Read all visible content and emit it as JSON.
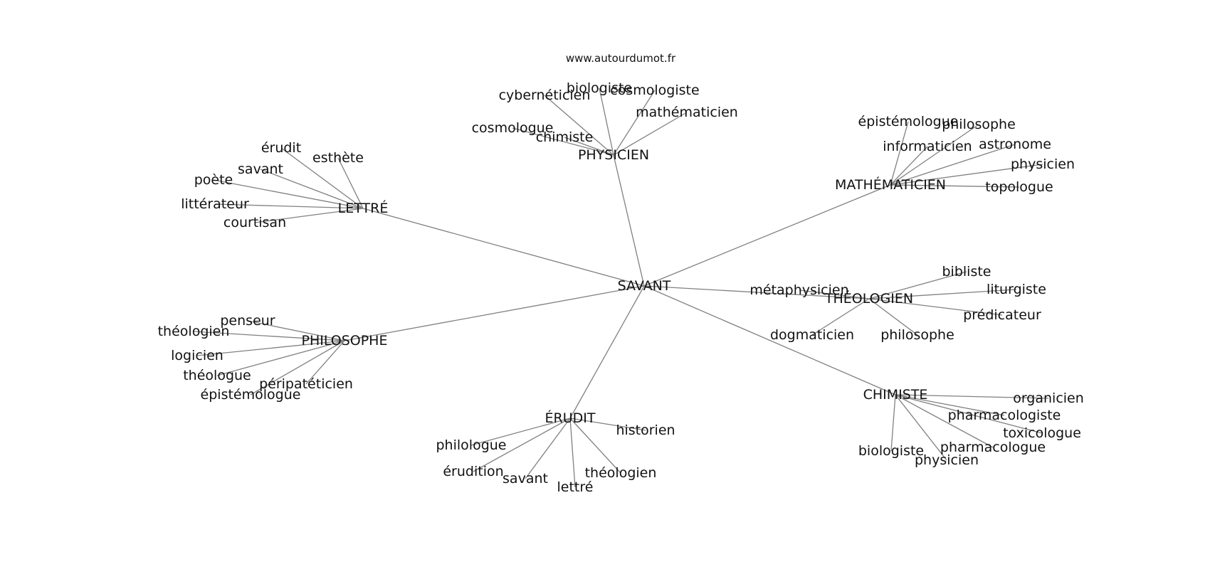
{
  "source": "www.autourdumot.fr",
  "center": "SAVANT",
  "clusters": [
    {
      "id": "physicien",
      "label": "PHYSICIEN",
      "leaves": [
        "biologiste",
        "cosmologiste",
        "cybernéticien",
        "mathématicien",
        "cosmologue",
        "chimiste"
      ]
    },
    {
      "id": "lettre",
      "label": "LETTRÉ",
      "leaves": [
        "érudit",
        "esthète",
        "savant",
        "poète",
        "littérateur",
        "courtisan"
      ]
    },
    {
      "id": "mathematicien",
      "label": "MATHÉMATICIEN",
      "leaves": [
        "épistémologue",
        "philosophe",
        "informaticien",
        "astronome",
        "physicien",
        "topologue"
      ]
    },
    {
      "id": "theologien",
      "label": "THÉOLOGIEN",
      "leaves": [
        "bibliste",
        "métaphysicien",
        "liturgiste",
        "prédicateur",
        "dogmaticien",
        "philosophe"
      ]
    },
    {
      "id": "philosophe",
      "label": "PHILOSOPHE",
      "leaves": [
        "penseur",
        "théologien",
        "logicien",
        "théologue",
        "péripatéticien",
        "épistémologue"
      ]
    },
    {
      "id": "chimiste",
      "label": "CHIMISTE",
      "leaves": [
        "organicien",
        "pharmacologiste",
        "toxicologue",
        "pharmacologue",
        "biologiste",
        "physicien"
      ]
    },
    {
      "id": "erudit",
      "label": "ÉRUDIT",
      "leaves": [
        "historien",
        "philologue",
        "érudition",
        "savant",
        "théologien",
        "lettré"
      ]
    }
  ]
}
